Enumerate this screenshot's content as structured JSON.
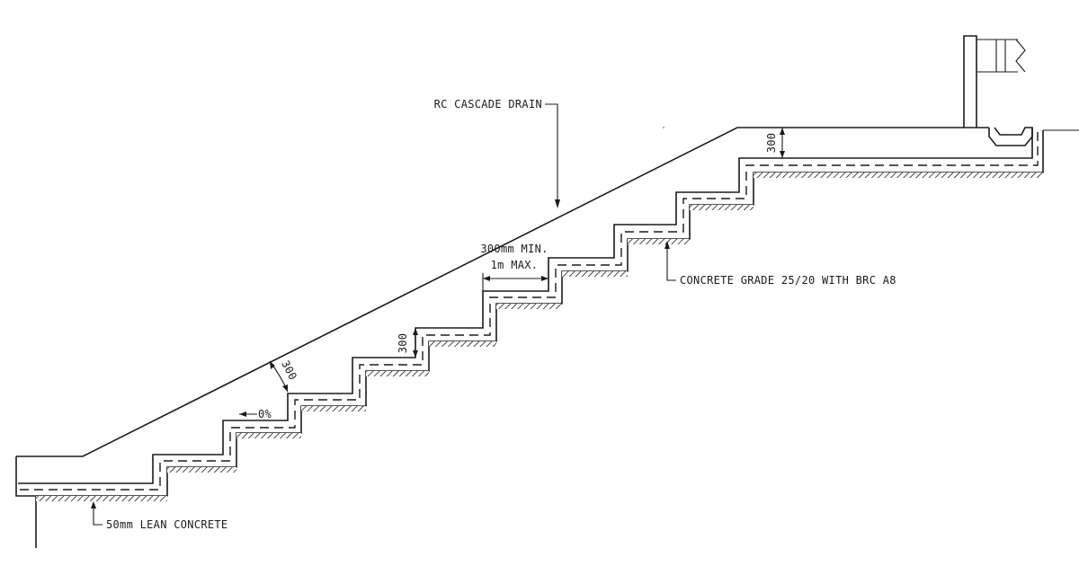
{
  "labels": {
    "rc_cascade_drain": "RC CASCADE DRAIN",
    "step_width_min": "300mm MIN.",
    "step_width_max": "1m MAX.",
    "concrete_grade": "CONCRETE GRADE 25/20 WITH BRC A8",
    "lean_concrete": "50mm LEAN CONCRETE",
    "riser_height": "300",
    "slab_thickness": "300",
    "top_thickness": "300",
    "fall": "0%"
  }
}
